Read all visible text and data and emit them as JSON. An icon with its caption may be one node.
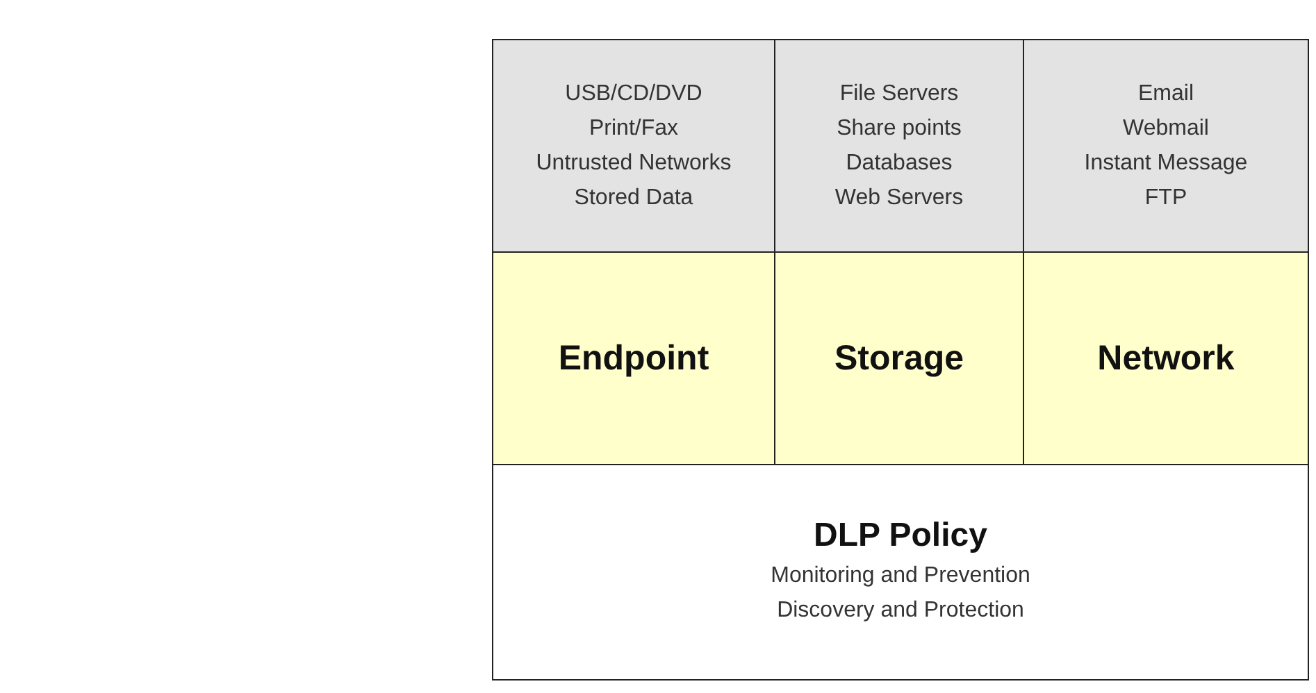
{
  "diagram": {
    "nodes": [
      {
        "text": [
          "USB/CD/DVD",
          "Print/Fax",
          "Untrusted Networks",
          "Stored Data"
        ]
      },
      {
        "text": [
          "File Servers",
          "Share points",
          "Databases",
          "Web Servers"
        ]
      },
      {
        "text": [
          "Email",
          "Webmail",
          "Instant Message",
          "FTP"
        ]
      },
      {
        "text": [
          "Endpoint"
        ]
      },
      {
        "text": [
          "Storage"
        ]
      },
      {
        "text": [
          "Network"
        ]
      },
      {
        "text": [
          "DLP Policy",
          "Monitoring and Prevention",
          "Discovery and Protection"
        ]
      }
    ]
  }
}
